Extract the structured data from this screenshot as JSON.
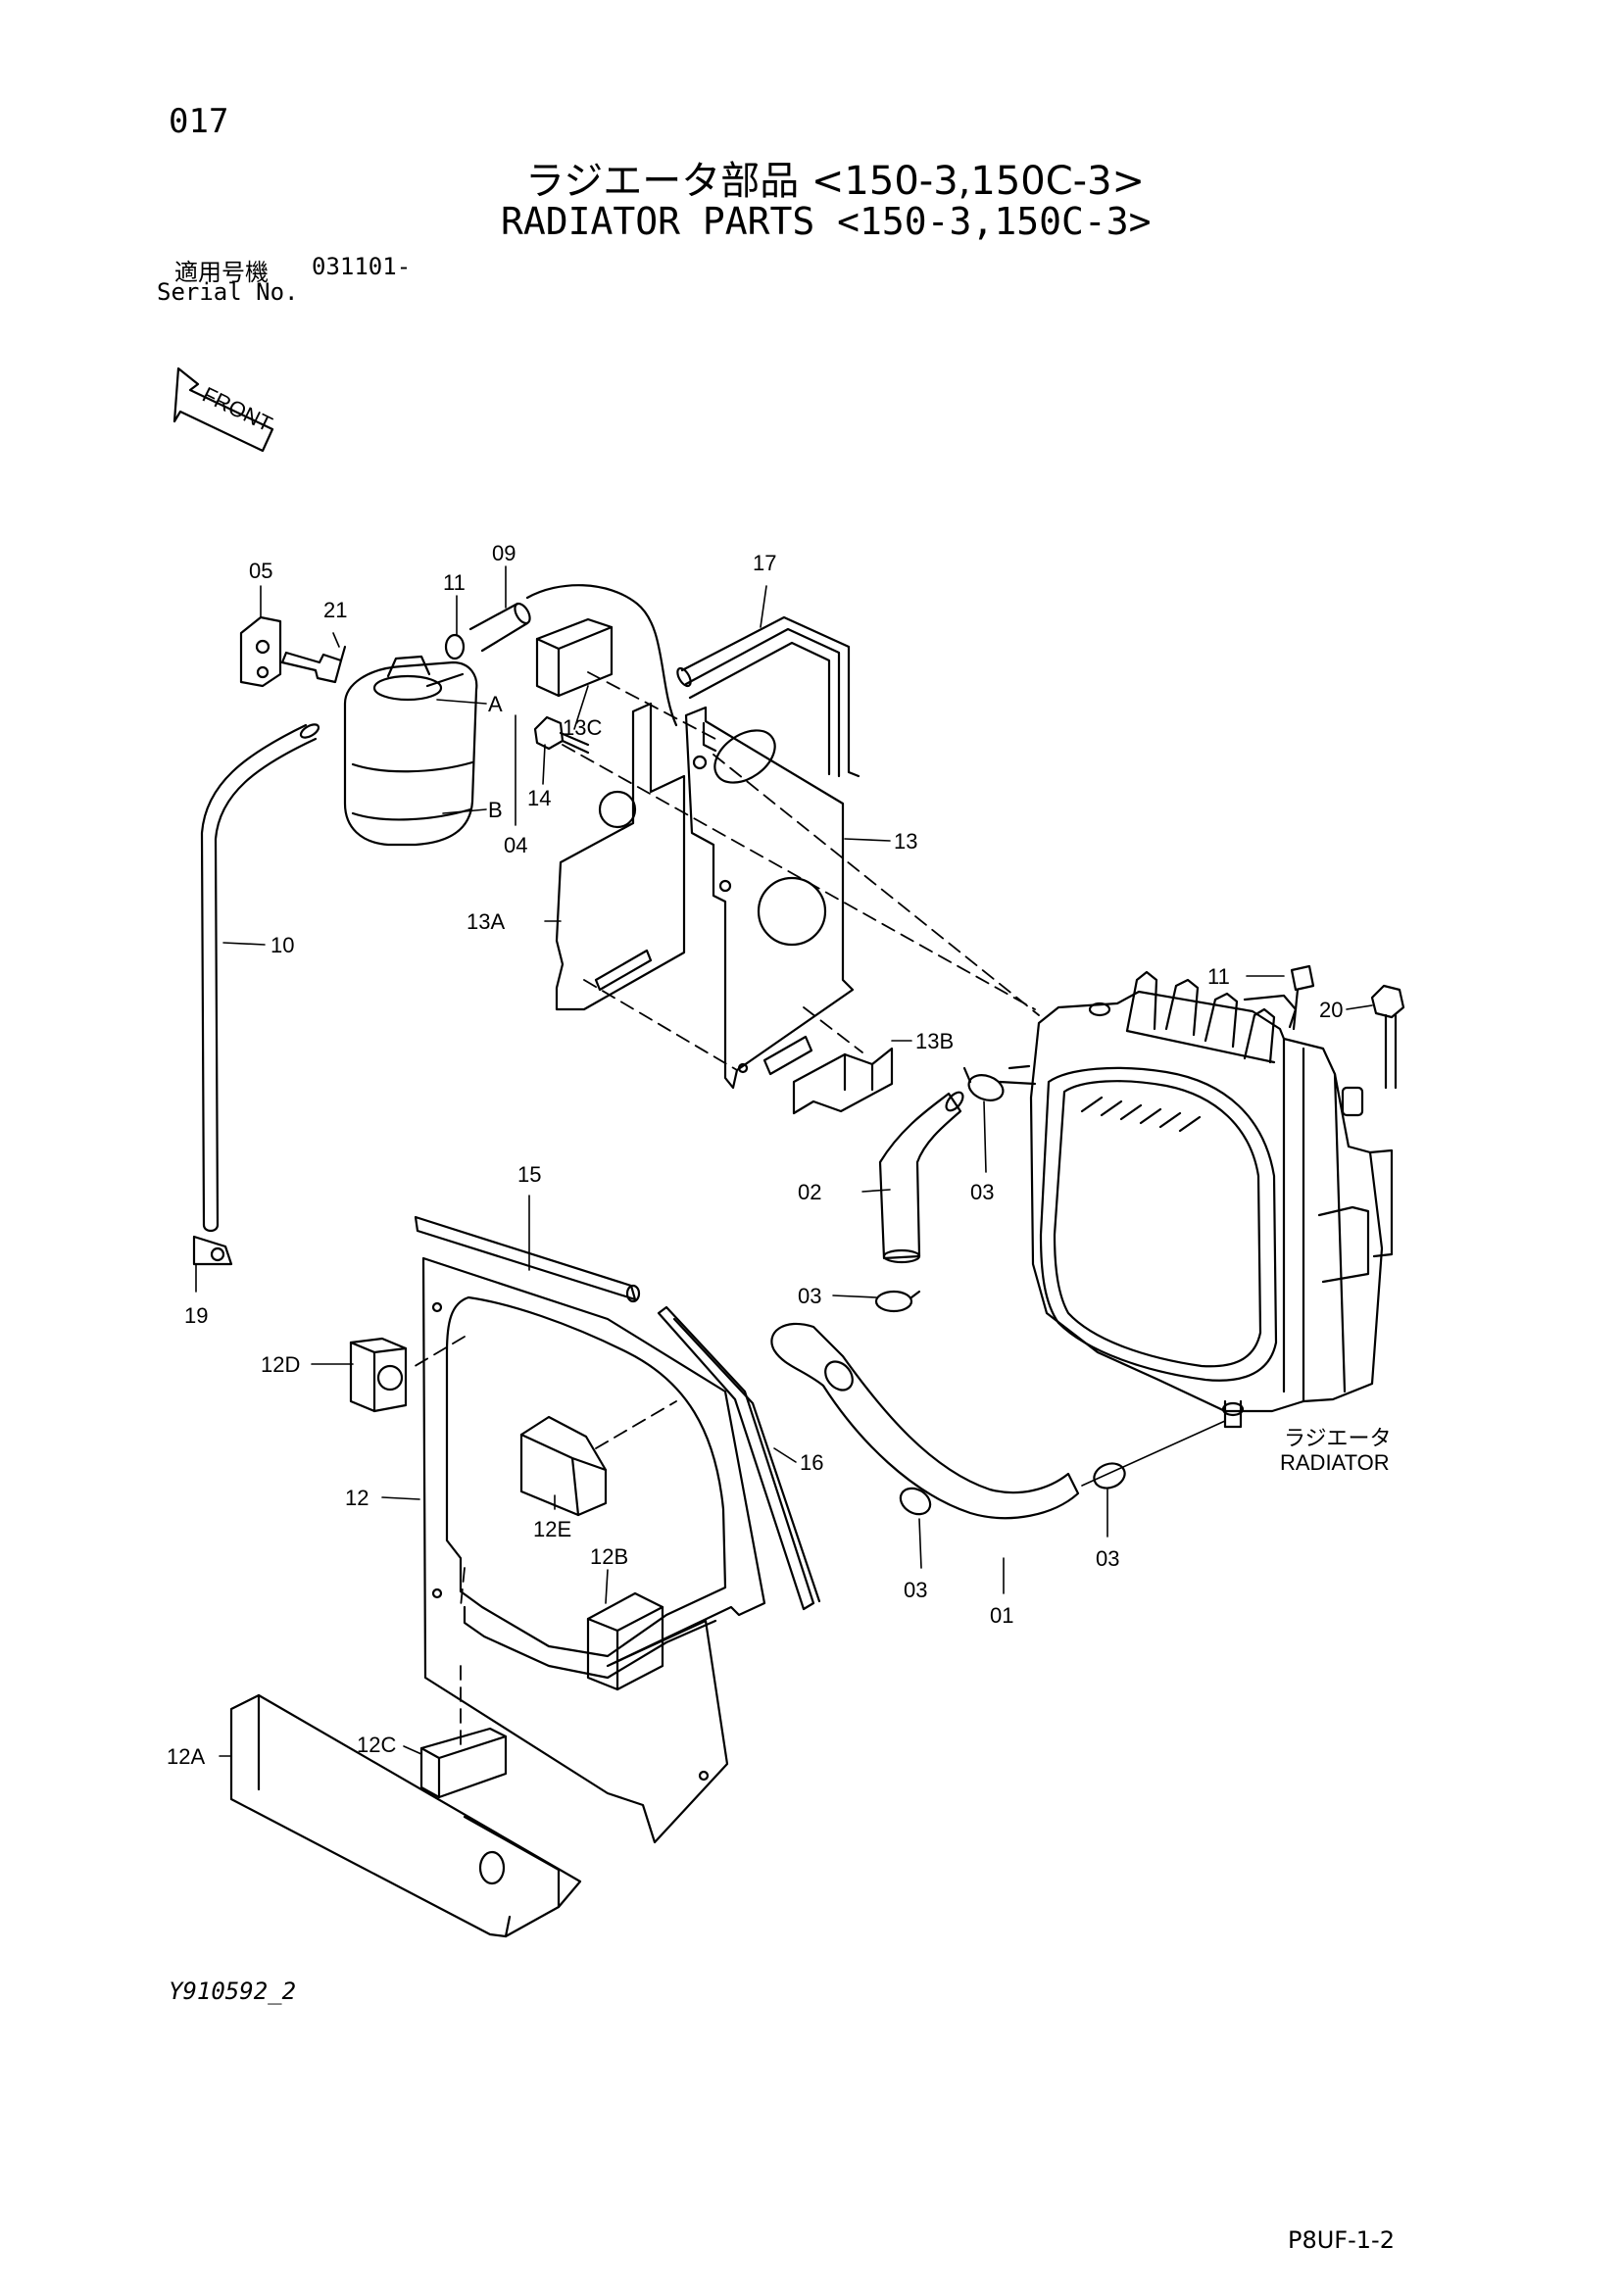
{
  "page_number": "017",
  "title_jp": "ラジエータ部品 <150-3,150C-3>",
  "title_en": "RADIATOR PARTS <150-3,150C-3>",
  "serial_label_jp": "適用号機",
  "serial_value": "031101-",
  "serial_label_en": "Serial No.",
  "front_label": "FRONT",
  "radiator_label_jp": "ラジエータ",
  "radiator_label_en": "RADIATOR",
  "drawing_id": "Y910592_2",
  "sheet_ref": "P8UF-1-2",
  "callouts": {
    "c05": "05",
    "c21": "21",
    "c11a": "11",
    "c09": "09",
    "c17": "17",
    "cA": "A",
    "cB": "B",
    "c13C": "13C",
    "c14": "14",
    "c04": "04",
    "c13": "13",
    "c10": "10",
    "c13A": "13A",
    "c11b": "11",
    "c20": "20",
    "c13B": "13B",
    "c02": "02",
    "c03a": "03",
    "c15": "15",
    "c03b": "03",
    "c19": "19",
    "c12D": "12D",
    "c16": "16",
    "c12": "12",
    "c12E": "12E",
    "c12B": "12B",
    "c03c": "03",
    "c03d": "03",
    "c01": "01",
    "c12C": "12C",
    "c12A": "12A"
  }
}
